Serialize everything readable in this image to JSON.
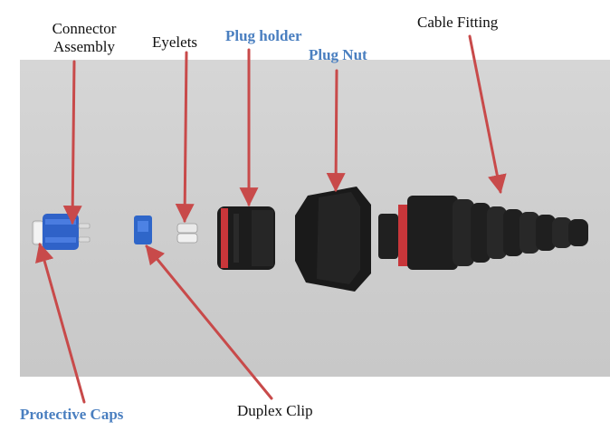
{
  "labels": {
    "connector_line1": "Connector",
    "connector_line2": "Assembly",
    "eyelets": "Eyelets",
    "plug_holder": "Plug  holder",
    "plug_nut": "Plug  Nut",
    "cable_fitting": "Cable Fitting",
    "protective_caps": "Protective Caps",
    "duplex_clip": "Duplex Clip"
  },
  "colors": {
    "arrow": "#c84a4a",
    "blue_label": "#4a7fc0",
    "connector_blue": "#2f62c8",
    "clip_blue": "#2f66c9",
    "black_part": "#1c1c1c",
    "red_ring": "#c8363a",
    "background": "#d0d0d0"
  }
}
